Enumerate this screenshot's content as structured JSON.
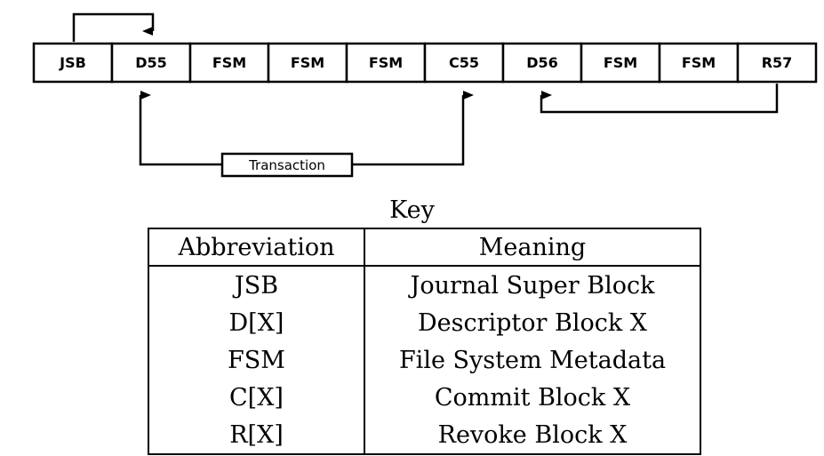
{
  "diagram": {
    "blocks": [
      "JSB",
      "D55",
      "FSM",
      "FSM",
      "FSM",
      "C55",
      "D56",
      "FSM",
      "FSM",
      "R57"
    ],
    "transaction_label": "Transaction"
  },
  "key": {
    "title": "Key",
    "headers": [
      "Abbreviation",
      "Meaning"
    ],
    "rows": [
      [
        "JSB",
        "Journal Super Block"
      ],
      [
        "D[X]",
        "Descriptor Block X"
      ],
      [
        "FSM",
        "File System Metadata"
      ],
      [
        "C[X]",
        "Commit Block X"
      ],
      [
        "R[X]",
        "Revoke Block X"
      ]
    ]
  }
}
